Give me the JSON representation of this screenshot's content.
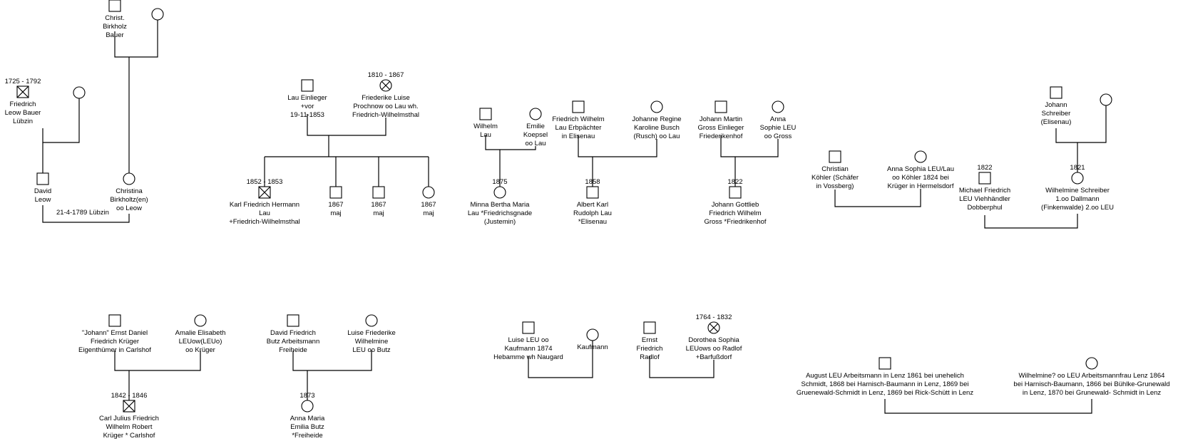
{
  "diagram": {
    "persons": {
      "christ_birkholz": {
        "sex": "m",
        "deceased": false,
        "lines": [
          "Christ.",
          "Birkholz",
          "Bauer"
        ]
      },
      "wife_birkholz": {
        "sex": "f",
        "deceased": false,
        "lines": []
      },
      "friedrich_leow": {
        "sex": "m",
        "deceased": true,
        "date": "1725 - 1792",
        "lines": [
          "Friedrich",
          "Leow Bauer",
          "Lübzin"
        ]
      },
      "wife_leow": {
        "sex": "f",
        "deceased": false,
        "lines": []
      },
      "david_leow": {
        "sex": "m",
        "deceased": false,
        "lines": [
          "David",
          "Leow"
        ]
      },
      "christina_birkholtz": {
        "sex": "f",
        "deceased": false,
        "lines": [
          "Christina",
          "Birkholtz(en)",
          "oo Leow"
        ]
      },
      "lau_einlieger": {
        "sex": "m",
        "deceased": false,
        "lines": [
          "Lau Einlieger",
          "+vor",
          "19-11-1853"
        ]
      },
      "friederike_luise": {
        "sex": "f",
        "deceased": true,
        "date": "1810 - 1867",
        "lines": [
          "Friederike Luise",
          "Prochnow oo Lau wh.",
          "Friedrich-Wilhelmsthal"
        ]
      },
      "karl_friedrich_hermann": {
        "sex": "m",
        "deceased": true,
        "date": "1852 - 1853",
        "lines": [
          "Karl Friedrich Hermann",
          "Lau",
          "+Friedrich-Wilhelmsthal"
        ]
      },
      "child_1867_a": {
        "sex": "m",
        "deceased": false,
        "lines": [
          "1867",
          "maj"
        ]
      },
      "child_1867_b": {
        "sex": "m",
        "deceased": false,
        "lines": [
          "1867",
          "maj"
        ]
      },
      "child_1867_c": {
        "sex": "f",
        "deceased": false,
        "lines": [
          "1867",
          "maj"
        ]
      },
      "wilhelm_lau": {
        "sex": "m",
        "deceased": false,
        "lines": [
          "Wilhelm",
          "Lau"
        ]
      },
      "emilie_koepsel": {
        "sex": "f",
        "deceased": false,
        "lines": [
          "Emilie",
          "Koepsel",
          "oo Lau"
        ]
      },
      "minna_bertha": {
        "sex": "f",
        "deceased": false,
        "date": "1875",
        "lines": [
          "Minna Bertha Maria",
          "Lau *Friedrichsgnade",
          "(Justemin)"
        ]
      },
      "friedrich_wilhelm_lau": {
        "sex": "m",
        "deceased": false,
        "lines": [
          "Friedrich Wilhelm",
          "Lau Erbpächter",
          "in Elisenau"
        ]
      },
      "johanne_regine": {
        "sex": "f",
        "deceased": false,
        "lines": [
          "Johanne Regine",
          "Karoline Busch",
          "(Rusch) oo Lau"
        ]
      },
      "albert_karl": {
        "sex": "m",
        "deceased": false,
        "date": "1858",
        "lines": [
          "Albert Karl",
          "Rudolph Lau",
          "*Elisenau"
        ]
      },
      "johann_martin_gross": {
        "sex": "m",
        "deceased": false,
        "lines": [
          "Johann Martin",
          "Gross Einlieger",
          "Friederikenhof"
        ]
      },
      "anna_sophie_leu_gross": {
        "sex": "f",
        "deceased": false,
        "lines": [
          "Anna",
          "Sophie  LEU",
          "oo Gross"
        ]
      },
      "johann_gottlieb": {
        "sex": "m",
        "deceased": false,
        "date": "1822",
        "lines": [
          "Johann Gottlieb",
          "Friedrich Wilhelm",
          "Gross *Friedrikenhof"
        ]
      },
      "christian_koehler": {
        "sex": "m",
        "deceased": false,
        "lines": [
          "Christian",
          "Köhler (Schäfer",
          "in Vossberg)"
        ]
      },
      "anna_sophia_koehler": {
        "sex": "f",
        "deceased": false,
        "lines": [
          "Anna Sophia  LEU/Lau",
          "oo Köhler 1824 bei",
          "Krüger in Hermelsdorf"
        ]
      },
      "johann_schreiber": {
        "sex": "m",
        "deceased": false,
        "lines": [
          "Johann",
          "Schreiber",
          "(Elisenau)"
        ]
      },
      "wife_schreiber": {
        "sex": "f",
        "deceased": false,
        "lines": []
      },
      "michael_friedrich": {
        "sex": "m",
        "deceased": false,
        "date": "1822",
        "lines": [
          "Michael Friedrich",
          "LEU Viehhändler",
          "Dobberphul"
        ]
      },
      "wilhelmine_schreiber": {
        "sex": "f",
        "deceased": false,
        "date": "1821",
        "lines": [
          "Wilhelmine Schreiber",
          "1.oo Dallmann",
          "(Finkenwalde) 2.oo LEU"
        ]
      },
      "ernst_daniel": {
        "sex": "m",
        "deceased": false,
        "lines": [
          "\"Johann\" Ernst Daniel",
          "Friedrich Krüger",
          "Eigenthümer in Carlshof"
        ]
      },
      "amalie_elisabeth": {
        "sex": "f",
        "deceased": false,
        "lines": [
          "Amalie Elisabeth",
          "LEUow(LEUo)",
          "oo Krüger"
        ]
      },
      "carl_julius": {
        "sex": "m",
        "deceased": true,
        "date": "1842 - 1846",
        "lines": [
          "Carl Julius Friedrich",
          "Wilhelm Robert",
          "Krüger * Carlshof"
        ]
      },
      "david_friedrich_butz": {
        "sex": "m",
        "deceased": false,
        "lines": [
          "David Friedrich",
          "Butz  Arbeitsmann",
          "Freiheide"
        ]
      },
      "luise_friederike": {
        "sex": "f",
        "deceased": false,
        "lines": [
          "Luise Friederike",
          "Wilhelmine",
          "LEU oo Butz"
        ]
      },
      "anna_maria_butz": {
        "sex": "f",
        "deceased": false,
        "date": "1873",
        "lines": [
          "Anna Maria",
          "Emilia Butz",
          "*Freiheide"
        ]
      },
      "luise_leu_kaufmann": {
        "sex": "m",
        "deceased": false,
        "lines": [
          "Luise LEU oo",
          "Kaufmann 1874",
          "Hebamme wh Naugard"
        ]
      },
      "kaufmann": {
        "sex": "f",
        "deceased": false,
        "lines": [
          "Kaufmann"
        ]
      },
      "ernst_friedrich_radlof": {
        "sex": "m",
        "deceased": false,
        "lines": [
          "Ernst",
          "Friedrich",
          "Radlof"
        ]
      },
      "dorothea_sophia": {
        "sex": "f",
        "deceased": true,
        "date": "1764 - 1832",
        "lines": [
          "Dorothea Sophia",
          "LEUows oo Radlof",
          "+Barfußdorf"
        ]
      },
      "august_leu": {
        "sex": "m",
        "deceased": false,
        "lines": [
          "August LEU Arbeitsmann in Lenz 1861 bei unehelich",
          "Schmidt, 1868 bei Harnisch-Baumann in Lenz, 1869 bei",
          "Gruenewald-Schmidt in Lenz, 1869 bei Rick-Schütt in Lenz"
        ]
      },
      "wilhelmine_leu": {
        "sex": "f",
        "deceased": false,
        "lines": [
          "Wilhelmine? oo LEU Arbeitsmannfrau Lenz 1864",
          "bei Harnisch-Baumann, 1866 bei Bühlke-Grunewald",
          "in Lenz, 1870 bei Grunewald- Schmidt in Lenz"
        ]
      }
    },
    "marriage_note": "21-4-1789 Lübzin"
  }
}
